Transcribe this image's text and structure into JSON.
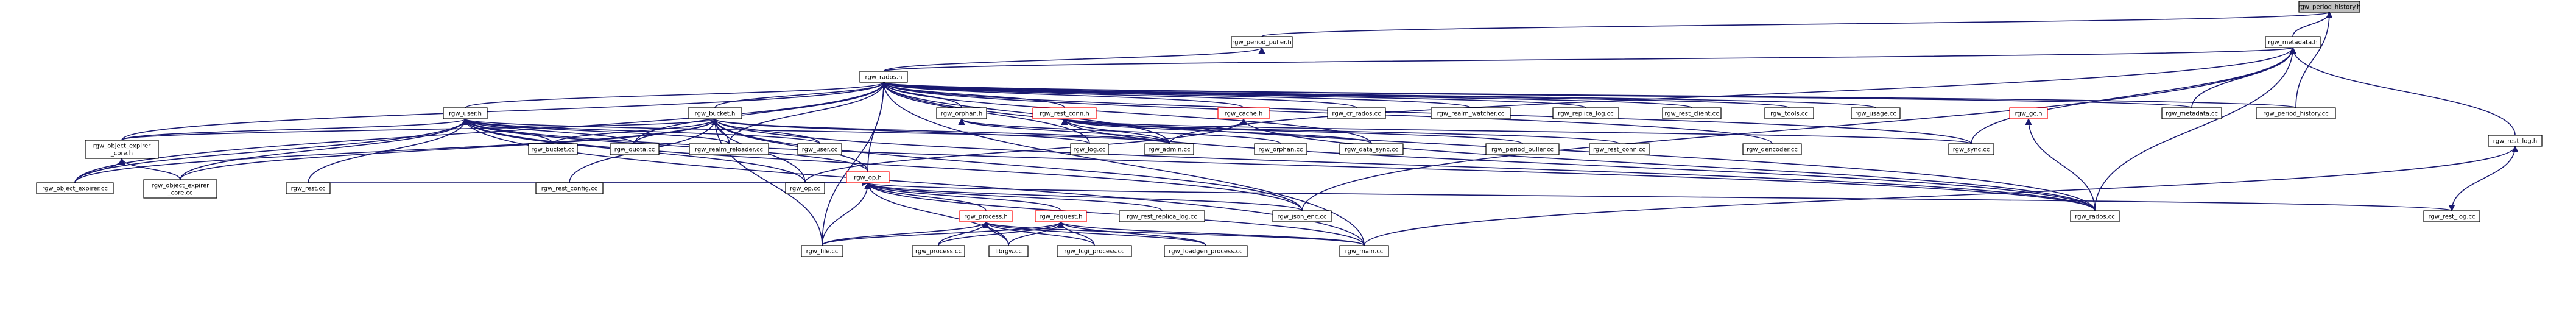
{
  "graph": {
    "nodes": [
      {
        "id": "period_history_h",
        "label": "rgw_period_history.h",
        "style": "root"
      },
      {
        "id": "period_puller_h",
        "label": "rgw_period_puller.h"
      },
      {
        "id": "metadata_h",
        "label": "rgw_metadata.h"
      },
      {
        "id": "rados_h",
        "label": "rgw_rados.h"
      },
      {
        "id": "rest_log_h",
        "label": "rgw_rest_log.h"
      },
      {
        "id": "user_h",
        "label": "rgw_user.h"
      },
      {
        "id": "bucket_h",
        "label": "rgw_bucket.h"
      },
      {
        "id": "orphan_h",
        "label": "rgw_orphan.h"
      },
      {
        "id": "rest_conn_h",
        "label": "rgw_rest_conn.h",
        "style": "red"
      },
      {
        "id": "cache_h",
        "label": "rgw_cache.h",
        "style": "red"
      },
      {
        "id": "cr_rados_cc",
        "label": "rgw_cr_rados.cc"
      },
      {
        "id": "realm_watcher_cc",
        "label": "rgw_realm_watcher.cc"
      },
      {
        "id": "replica_log_cc",
        "label": "rgw_replica_log.cc"
      },
      {
        "id": "rest_client_cc",
        "label": "rgw_rest_client.cc"
      },
      {
        "id": "tools_cc",
        "label": "rgw_tools.cc"
      },
      {
        "id": "usage_cc",
        "label": "rgw_usage.cc"
      },
      {
        "id": "gc_h",
        "label": "rgw_gc.h",
        "style": "red"
      },
      {
        "id": "metadata_cc",
        "label": "rgw_metadata.cc"
      },
      {
        "id": "period_history_cc",
        "label": "rgw_period_history.cc"
      },
      {
        "id": "object_expirer_core_h",
        "label": "rgw_object_expirer\n_core.h"
      },
      {
        "id": "bucket_cc",
        "label": "rgw_bucket.cc"
      },
      {
        "id": "quota_cc",
        "label": "rgw_quota.cc"
      },
      {
        "id": "realm_reloader_cc",
        "label": "rgw_realm_reloader.cc"
      },
      {
        "id": "user_cc",
        "label": "rgw_user.cc"
      },
      {
        "id": "log_cc",
        "label": "rgw_log.cc"
      },
      {
        "id": "admin_cc",
        "label": "rgw_admin.cc"
      },
      {
        "id": "orphan_cc",
        "label": "rgw_orphan.cc"
      },
      {
        "id": "data_sync_cc",
        "label": "rgw_data_sync.cc"
      },
      {
        "id": "period_puller_cc",
        "label": "rgw_period_puller.cc"
      },
      {
        "id": "rest_conn_cc",
        "label": "rgw_rest_conn.cc"
      },
      {
        "id": "dencoder_cc",
        "label": "rgw_dencoder.cc"
      },
      {
        "id": "sync_cc",
        "label": "rgw_sync.cc"
      },
      {
        "id": "op_h",
        "label": "rgw_op.h",
        "style": "red"
      },
      {
        "id": "object_expirer_cc",
        "label": "rgw_object_expirer.cc"
      },
      {
        "id": "object_expirer_core_cc",
        "label": "rgw_object_expirer\n_core.cc"
      },
      {
        "id": "rest_cc",
        "label": "rgw_rest.cc"
      },
      {
        "id": "rest_config_cc",
        "label": "rgw_rest_config.cc"
      },
      {
        "id": "op_cc",
        "label": "rgw_op.cc"
      },
      {
        "id": "process_h",
        "label": "rgw_process.h",
        "style": "red"
      },
      {
        "id": "request_h",
        "label": "rgw_request.h",
        "style": "red"
      },
      {
        "id": "rest_replica_log_cc",
        "label": "rgw_rest_replica_log.cc"
      },
      {
        "id": "json_enc_cc",
        "label": "rgw_json_enc.cc"
      },
      {
        "id": "rados_cc",
        "label": "rgw_rados.cc"
      },
      {
        "id": "rest_log_cc",
        "label": "rgw_rest_log.cc"
      },
      {
        "id": "file_cc",
        "label": "rgw_file.cc"
      },
      {
        "id": "process_cc",
        "label": "rgw_process.cc"
      },
      {
        "id": "librgw_cc",
        "label": "librgw.cc"
      },
      {
        "id": "fcgi_process_cc",
        "label": "rgw_fcgi_process.cc"
      },
      {
        "id": "loadgen_process_cc",
        "label": "rgw_loadgen_process.cc"
      },
      {
        "id": "main_cc",
        "label": "rgw_main.cc"
      }
    ],
    "edges": [
      [
        "period_puller_h",
        "period_history_h"
      ],
      [
        "metadata_h",
        "period_history_h"
      ],
      [
        "period_history_cc",
        "period_history_h"
      ],
      [
        "rados_h",
        "metadata_h"
      ],
      [
        "rest_log_h",
        "metadata_h"
      ],
      [
        "metadata_cc",
        "metadata_h"
      ],
      [
        "sync_cc",
        "metadata_h"
      ],
      [
        "rados_cc",
        "metadata_h"
      ],
      [
        "json_enc_cc",
        "metadata_h"
      ],
      [
        "admin_cc",
        "metadata_h"
      ],
      [
        "rados_h",
        "period_puller_h"
      ],
      [
        "user_h",
        "rados_h"
      ],
      [
        "bucket_h",
        "rados_h"
      ],
      [
        "orphan_h",
        "rados_h"
      ],
      [
        "rest_conn_h",
        "rados_h"
      ],
      [
        "cache_h",
        "rados_h"
      ],
      [
        "cr_rados_cc",
        "rados_h"
      ],
      [
        "realm_watcher_cc",
        "rados_h"
      ],
      [
        "replica_log_cc",
        "rados_h"
      ],
      [
        "rest_client_cc",
        "rados_h"
      ],
      [
        "tools_cc",
        "rados_h"
      ],
      [
        "usage_cc",
        "rados_h"
      ],
      [
        "metadata_cc",
        "rados_h"
      ],
      [
        "period_history_cc",
        "rados_h"
      ],
      [
        "object_expirer_core_h",
        "rados_h"
      ],
      [
        "quota_cc",
        "rados_h"
      ],
      [
        "realm_reloader_cc",
        "rados_h"
      ],
      [
        "log_cc",
        "rados_h"
      ],
      [
        "admin_cc",
        "rados_h"
      ],
      [
        "data_sync_cc",
        "rados_h"
      ],
      [
        "dencoder_cc",
        "rados_h"
      ],
      [
        "sync_cc",
        "rados_h"
      ],
      [
        "op_h",
        "rados_h"
      ],
      [
        "rados_cc",
        "rados_h"
      ],
      [
        "main_cc",
        "rados_h"
      ],
      [
        "file_cc",
        "rados_h"
      ],
      [
        "object_expirer_cc",
        "rados_h"
      ],
      [
        "object_expirer_core_h",
        "user_h"
      ],
      [
        "bucket_cc",
        "user_h"
      ],
      [
        "quota_cc",
        "user_h"
      ],
      [
        "realm_reloader_cc",
        "user_h"
      ],
      [
        "user_cc",
        "user_h"
      ],
      [
        "admin_cc",
        "user_h"
      ],
      [
        "op_h",
        "user_h"
      ],
      [
        "rest_cc",
        "user_h"
      ],
      [
        "op_cc",
        "user_h"
      ],
      [
        "json_enc_cc",
        "user_h"
      ],
      [
        "rados_cc",
        "user_h"
      ],
      [
        "main_cc",
        "user_h"
      ],
      [
        "object_expirer_cc",
        "user_h"
      ],
      [
        "object_expirer_core_cc",
        "user_h"
      ],
      [
        "object_expirer_core_h",
        "bucket_h"
      ],
      [
        "bucket_cc",
        "bucket_h"
      ],
      [
        "quota_cc",
        "bucket_h"
      ],
      [
        "realm_reloader_cc",
        "bucket_h"
      ],
      [
        "user_cc",
        "bucket_h"
      ],
      [
        "log_cc",
        "bucket_h"
      ],
      [
        "admin_cc",
        "bucket_h"
      ],
      [
        "op_h",
        "bucket_h"
      ],
      [
        "op_cc",
        "bucket_h"
      ],
      [
        "rest_config_cc",
        "bucket_h"
      ],
      [
        "json_enc_cc",
        "bucket_h"
      ],
      [
        "rados_cc",
        "bucket_h"
      ],
      [
        "file_cc",
        "bucket_h"
      ],
      [
        "object_expirer_cc",
        "bucket_h"
      ],
      [
        "object_expirer_core_cc",
        "bucket_h"
      ],
      [
        "admin_cc",
        "orphan_h"
      ],
      [
        "orphan_cc",
        "orphan_h"
      ],
      [
        "admin_cc",
        "rest_conn_h"
      ],
      [
        "rest_conn_cc",
        "rest_conn_h"
      ],
      [
        "period_puller_cc",
        "rest_conn_h"
      ],
      [
        "data_sync_cc",
        "rest_conn_h"
      ],
      [
        "sync_cc",
        "rest_conn_h"
      ],
      [
        "rados_cc",
        "rest_conn_h"
      ],
      [
        "rados_cc",
        "cache_h"
      ],
      [
        "op_cc",
        "cache_h"
      ],
      [
        "rados_cc",
        "gc_h"
      ],
      [
        "rest_log_h",
        "rest_log_cc"
      ],
      [
        "object_expirer_cc",
        "object_expirer_core_h"
      ],
      [
        "object_expirer_core_cc",
        "object_expirer_core_h"
      ],
      [
        "rest_cc",
        "op_h"
      ],
      [
        "rest_config_cc",
        "op_h"
      ],
      [
        "op_cc",
        "op_h"
      ],
      [
        "process_h",
        "op_h"
      ],
      [
        "request_h",
        "op_h"
      ],
      [
        "rest_replica_log_cc",
        "op_h"
      ],
      [
        "json_enc_cc",
        "op_h"
      ],
      [
        "rest_log_cc",
        "op_h"
      ],
      [
        "file_cc",
        "op_h"
      ],
      [
        "librgw_cc",
        "op_h"
      ],
      [
        "main_cc",
        "op_h"
      ],
      [
        "file_cc",
        "process_h"
      ],
      [
        "process_cc",
        "process_h"
      ],
      [
        "librgw_cc",
        "process_h"
      ],
      [
        "fcgi_process_cc",
        "process_h"
      ],
      [
        "loadgen_process_cc",
        "process_h"
      ],
      [
        "main_cc",
        "process_h"
      ],
      [
        "file_cc",
        "request_h"
      ],
      [
        "process_cc",
        "request_h"
      ],
      [
        "librgw_cc",
        "request_h"
      ],
      [
        "fcgi_process_cc",
        "request_h"
      ],
      [
        "loadgen_process_cc",
        "request_h"
      ],
      [
        "main_cc",
        "request_h"
      ],
      [
        "main_cc",
        "rest_log_h"
      ]
    ]
  }
}
